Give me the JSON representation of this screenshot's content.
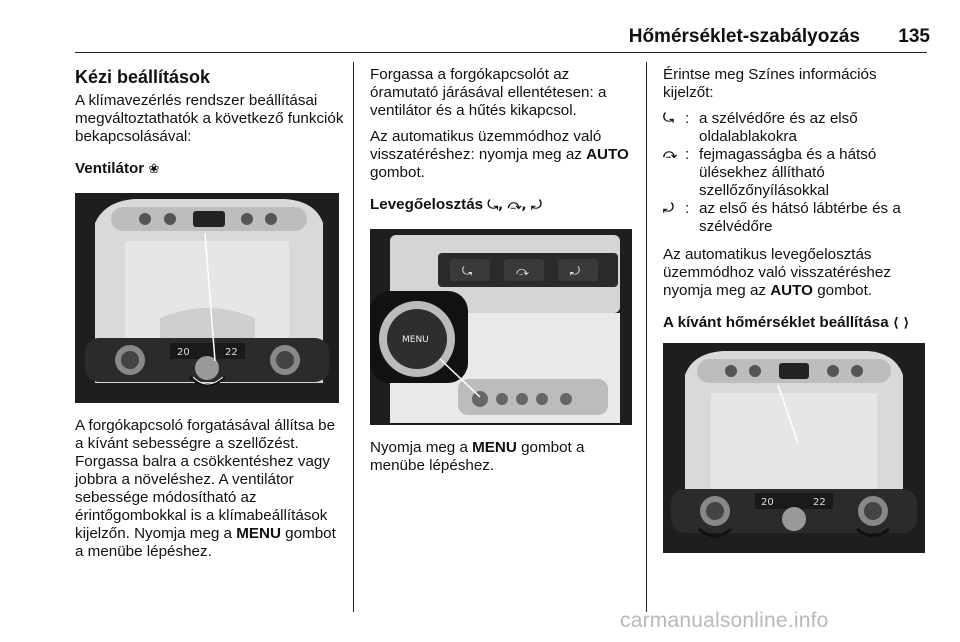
{
  "header": {
    "title": "Hőmérséklet-szabályozás",
    "page_number": "135"
  },
  "col1": {
    "section_title": "Kézi beállítások",
    "intro": "A klímavezérlés rendszer beállításai megváltoztathatók a következő funkciók bekapcsolásával:",
    "fan_heading": "Ventilátor",
    "fan_icon": "fan-icon",
    "fan_icon_glyph": "❀",
    "para1_a": "A forgókapcsoló forgatásával állítsa be a kívánt sebességre a szellőzést. Forgassa balra a csökkentéshez vagy jobbra a növeléshez. A ventilátor sebessége módosítható az érintőgombokkal is a klímabeállítások kijelzőn. Nyomja meg a ",
    "para1_bold": "MENU",
    "para1_b": " gombot a menübe lépéshez."
  },
  "col2": {
    "para1": "Forgassa a forgókapcsolót az óramutató járásával ellentétesen: a ventilátor és a hűtés kikapcsol.",
    "para2_a": "Az automatikus üzemmódhoz való visszatéréshez: nyomja meg az ",
    "para2_bold": "AUTO",
    "para2_b": " gombot.",
    "airdist_heading": "Levegőelosztás",
    "airdist_glyphs": "⤿, ⤼, ⤾",
    "figure_menu_label": "MENU",
    "para3_a": "Nyomja meg a ",
    "para3_bold": "MENU",
    "para3_b": " gombot a menübe lépéshez."
  },
  "col3": {
    "intro": "Érintse meg Színes információs kijelzőt:",
    "list": [
      {
        "sym": "⤿",
        "icon": "windscreen-footwell-icon",
        "text": "a szélvédőre és az első oldalablakokra"
      },
      {
        "sym": "⤼",
        "icon": "head-level-icon",
        "text": "fejmagasságba és a hátsó ülésekhez állítható szellőzőnyílásokkal"
      },
      {
        "sym": "⤾",
        "icon": "footwell-icon",
        "text": "az első és hátsó lábtérbe és a szélvédőre"
      }
    ],
    "para2_a": "Az automatikus levegőelosztás üzemmódhoz való visszatéréshez nyomja meg az ",
    "para2_bold": "AUTO",
    "para2_b": " gombot.",
    "temp_heading": "A kívánt hőmérséklet beállítása",
    "temp_glyphs": "⟨ ⟩"
  },
  "figure_text": {
    "temp_left": "20",
    "temp_right": "22"
  },
  "watermark": "carmanualsonline.info"
}
